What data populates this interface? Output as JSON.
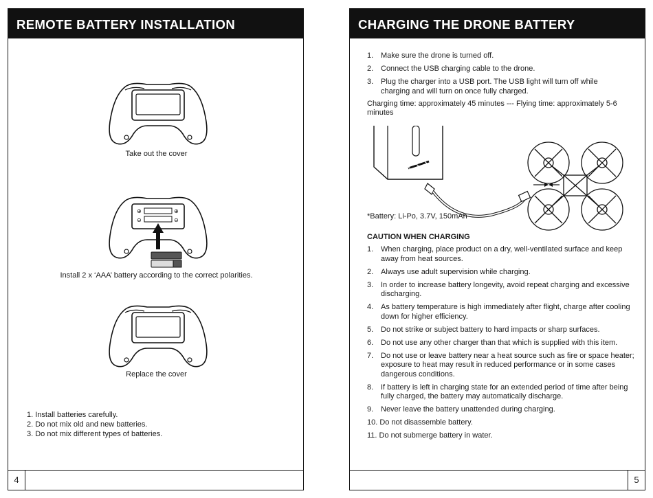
{
  "left_page": {
    "title": "REMOTE BATTERY INSTALLATION",
    "captions": {
      "step1": "Take out the cover",
      "step2": "Install 2 x ‘AAA’ battery according to the correct polarities.",
      "step3": "Replace the cover"
    },
    "notes": [
      "1. Install batteries carefully.",
      "2. Do not mix old and new batteries.",
      "3. Do not mix different types of batteries."
    ],
    "page_number": "4"
  },
  "right_page": {
    "title": "CHARGING THE DRONE BATTERY",
    "steps": [
      {
        "num": "1.",
        "text": "Make sure the drone is turned off."
      },
      {
        "num": "2.",
        "text": "Connect the USB charging cable to the drone."
      },
      {
        "num": "3.",
        "text": "Plug the charger into a USB port. The USB light will turn off while charging and will turn on once fully charged."
      }
    ],
    "charging_time": "Charging time: approximately 45 minutes --- Flying time: approximately 5-6 minutes",
    "battery_note": "*Battery: Li-Po, 3.7V, 150mAh",
    "caution_title": "CAUTION WHEN CHARGING",
    "caution_items": [
      {
        "num": "1.",
        "text": "When charging, place product on a dry, well-ventilated surface and keep away from heat sources."
      },
      {
        "num": "2.",
        "text": "Always use adult supervision while charging."
      },
      {
        "num": "3.",
        "text": "In order to increase battery longevity, avoid repeat charging and excessive discharging."
      },
      {
        "num": "4.",
        "text": "As battery temperature is high immediately after flight, charge after cooling down for higher efficiency."
      },
      {
        "num": "5.",
        "text": "Do not strike or subject battery to hard impacts or sharp surfaces."
      },
      {
        "num": "6.",
        "text": "Do not use any other charger than that which is supplied with this item."
      },
      {
        "num": "7.",
        "text": "Do not use or leave battery near a heat source such as fire or space heater; exposure to heat may result in reduced performance or in some cases dangerous conditions."
      },
      {
        "num": "8.",
        "text": "If battery is left in charging state for an extended period of time after being fully charged, the battery may automatically discharge."
      },
      {
        "num": "9.",
        "text": "Never leave the battery unattended during charging."
      },
      {
        "num": "10.",
        "text": "Do not disassemble battery."
      },
      {
        "num": "11.",
        "text": "Do not submerge battery in water."
      }
    ],
    "page_number": "5"
  }
}
